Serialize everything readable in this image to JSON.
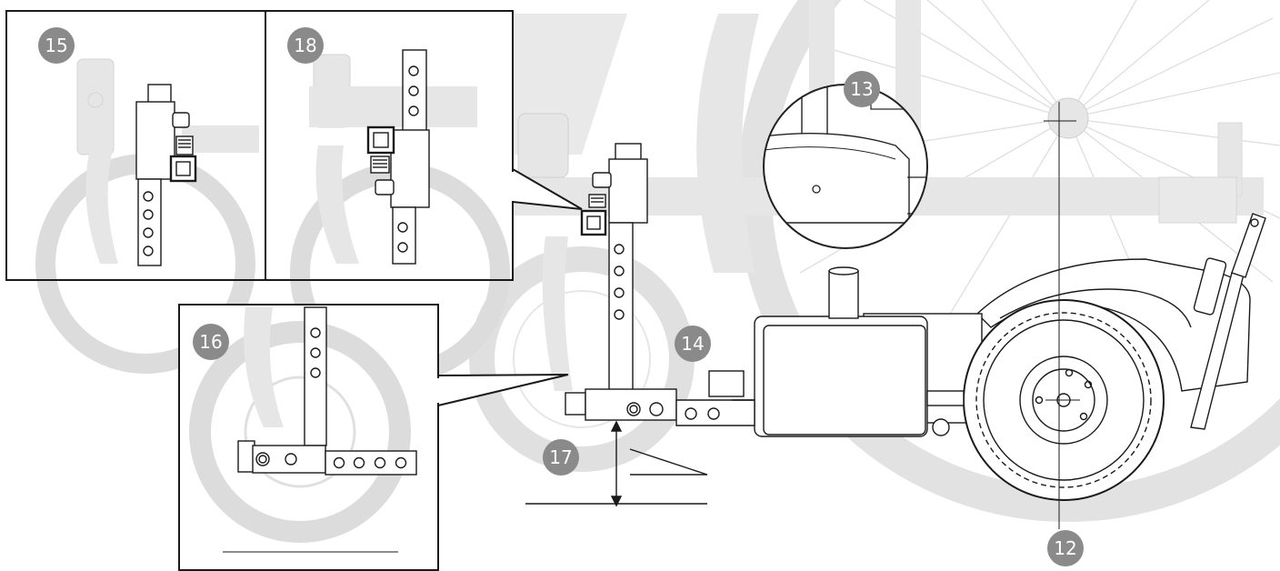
{
  "diagram": {
    "callouts": [
      {
        "id": "c12",
        "label": "12"
      },
      {
        "id": "c13",
        "label": "13"
      },
      {
        "id": "c14",
        "label": "14"
      },
      {
        "id": "c15",
        "label": "15"
      },
      {
        "id": "c16",
        "label": "16"
      },
      {
        "id": "c17",
        "label": "17"
      },
      {
        "id": "c18",
        "label": "18"
      }
    ]
  },
  "colors": {
    "callout_fill": "#8a8a8a",
    "ghost_fill": "#e6e6e6",
    "ghost_stroke": "#d2d2d2",
    "line": "#1a1a1a",
    "panel_border": "#222222"
  }
}
